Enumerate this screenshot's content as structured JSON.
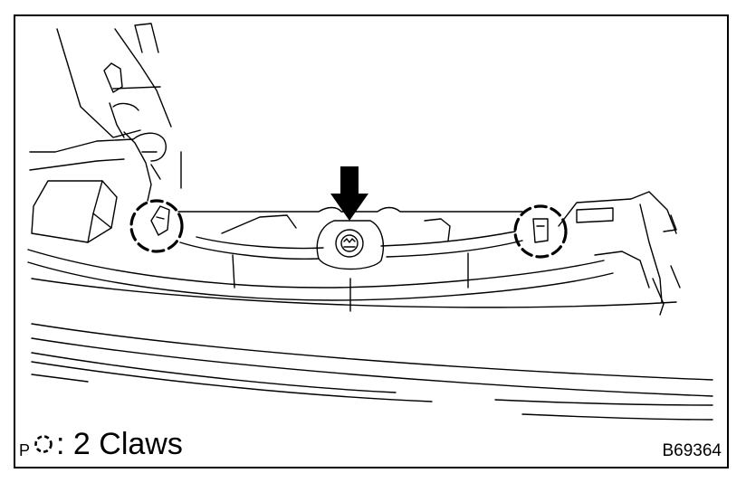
{
  "figure": {
    "caption_prefix": "P",
    "legend_symbol": "dashed-circle-icon",
    "legend_text": ": 2 Claws",
    "figure_code": "B69364"
  },
  "colors": {
    "line": "#000000",
    "background": "#ffffff"
  }
}
